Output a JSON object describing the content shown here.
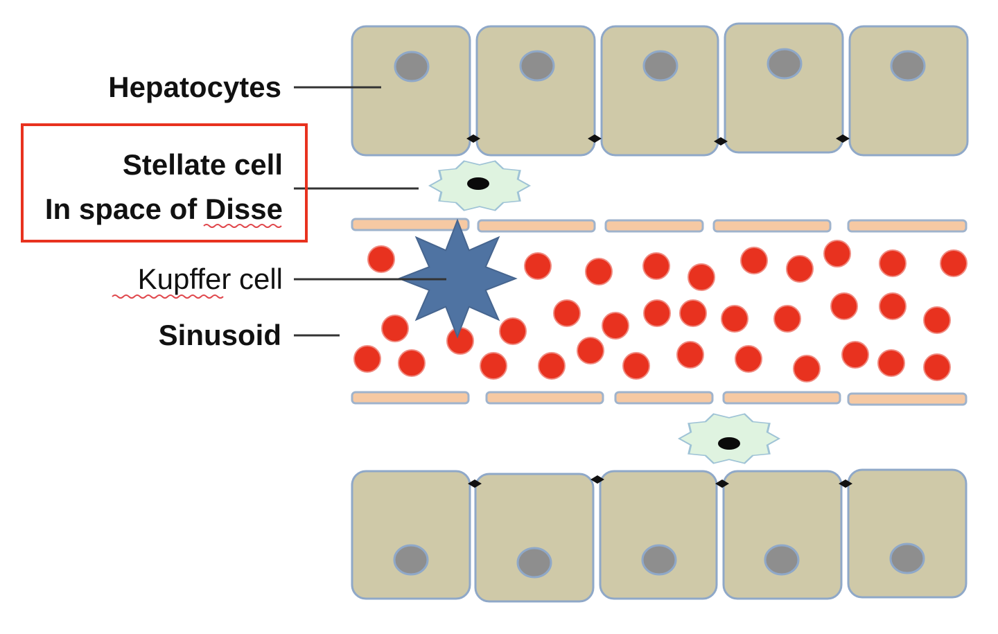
{
  "labels": {
    "hepatocytes": "Hepatocytes",
    "stellate_line1": "Stellate cell",
    "stellate_line2": "In space of Disse",
    "kupffer": "Kupffer cell",
    "sinusoid": "Sinusoid"
  },
  "colors": {
    "hepatocyte_fill": "#cfc9a8",
    "hepatocyte_stroke": "#8fa8c8",
    "nucleus": "#8e8e8e",
    "endothelium": "#f6c9a3",
    "rbc": "#e8321f",
    "kupffer": "#4f73a2",
    "stellate_fill": "#dff3e0",
    "highlight_box": "#e8321f",
    "label_line": "#333333"
  }
}
